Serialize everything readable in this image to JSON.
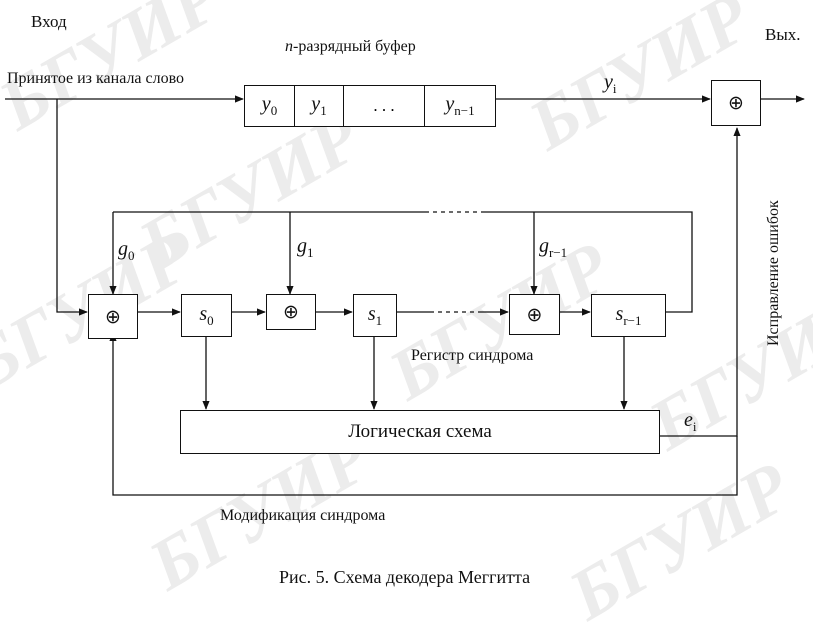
{
  "labels": {
    "input": "Вход",
    "output": "Вых.",
    "received_word": "Принятое из канала слово",
    "buffer_title_italic": "n",
    "buffer_title_rest": "-разрядный буфер",
    "syndrome_register": "Регистр синдрома",
    "logic_circuit": "Логическая схема",
    "error_correction": "Исправление ошибок",
    "syndrome_modification": "Модификация синдрома",
    "caption": "Рис. 5. Схема декодера Меггитта",
    "ellipsis": ". . ."
  },
  "symbols": {
    "xor": "⊕",
    "y": "y",
    "e": "e",
    "s": "s",
    "g": "g",
    "sub_i": "i",
    "sub_0": "0",
    "sub_1": "1",
    "sub_n1": "n−1",
    "sub_r1": "r−1"
  },
  "watermark": {
    "text": "БГУИР",
    "color": "#ececec"
  },
  "colors": {
    "line": "#111111",
    "background": "#ffffff"
  }
}
